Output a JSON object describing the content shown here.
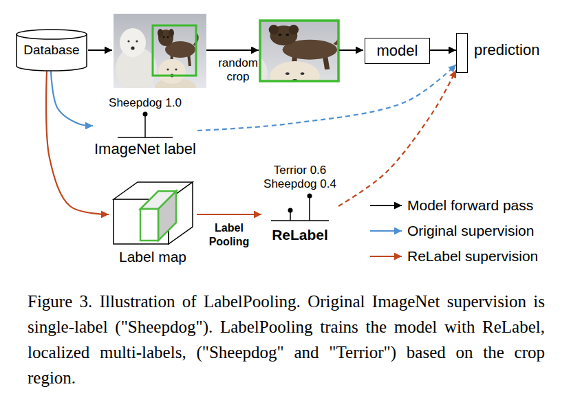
{
  "diagram": {
    "caption": "Figure 3. Illustration of LabelPooling. Original ImageNet supervision is single-label (\"Sheepdog\"). LabelPooling trains the model with ReLabel, localized multi-labels, (\"Sheepdog\" and \"Terrior\") based on the crop region.",
    "nodes": [
      {
        "text": [
          "Database"
        ]
      },
      {
        "text": [
          "model"
        ]
      },
      {
        "text": [
          "prediction"
        ]
      },
      {
        "text": [
          "Sheepdog 1.0",
          "ImageNet label"
        ]
      },
      {
        "text": [
          "Label map"
        ]
      },
      {
        "text": [
          "Terrior 0.6",
          "Sheepdog 0.4",
          "ReLabel"
        ]
      }
    ],
    "edges": [
      {
        "from": 1,
        "to": 2,
        "arrow": "to"
      },
      {
        "from": 0,
        "to": 3,
        "arrow": "to"
      },
      {
        "from": 3,
        "to": 2,
        "arrow": "to"
      },
      {
        "from": 0,
        "to": 4,
        "arrow": "to"
      },
      {
        "from": 4,
        "to": 5,
        "label": "Label Pooling",
        "arrow": "to"
      },
      {
        "from": 5,
        "to": 2,
        "arrow": "to"
      }
    ],
    "labels": [
      "random crop"
    ],
    "legend": [
      {
        "text": "Model forward pass"
      },
      {
        "text": "Original supervision"
      },
      {
        "text": "ReLabel supervision"
      }
    ]
  }
}
